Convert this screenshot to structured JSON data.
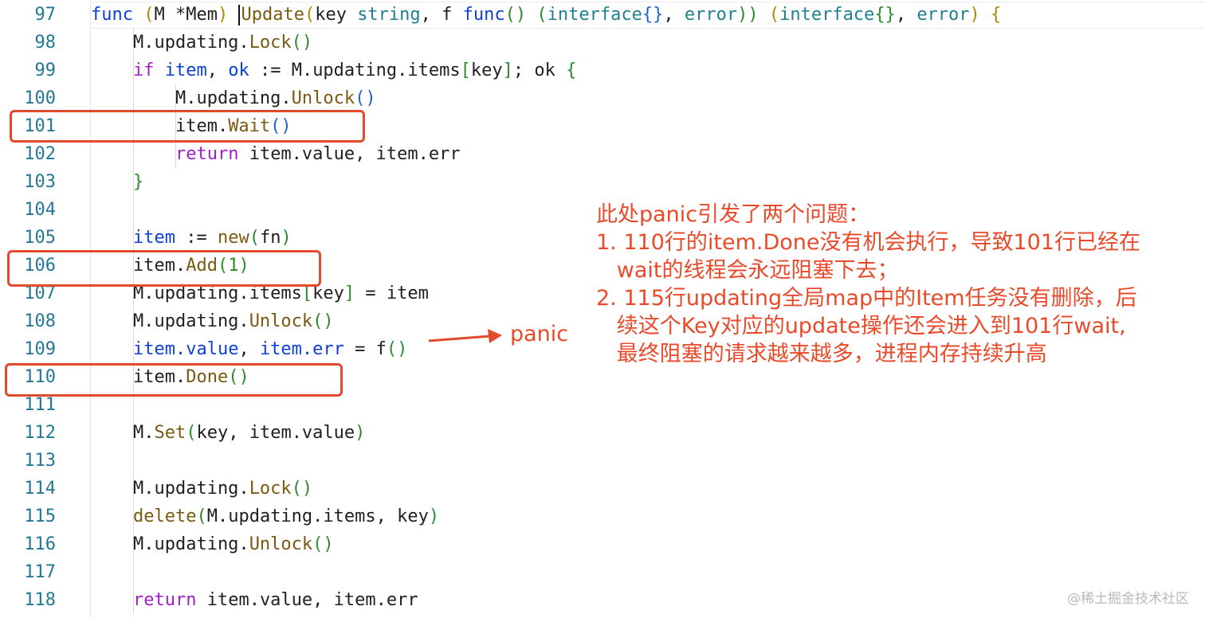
{
  "lines": [
    {
      "no": "97",
      "tokens": [
        {
          "t": "func",
          "c": "kw"
        },
        {
          "t": " "
        },
        {
          "t": "(",
          "c": "br1"
        },
        {
          "t": "M *Mem"
        },
        {
          "t": ")",
          "c": "br1"
        },
        {
          "t": " "
        },
        {
          "t": "|CURSOR|"
        },
        {
          "t": "Update",
          "c": "fn"
        },
        {
          "t": "(",
          "c": "br1"
        },
        {
          "t": "key "
        },
        {
          "t": "string",
          "c": "ty"
        },
        {
          "t": ", f "
        },
        {
          "t": "func",
          "c": "kw"
        },
        {
          "t": "()",
          "c": "br2"
        },
        {
          "t": " "
        },
        {
          "t": "(",
          "c": "br2"
        },
        {
          "t": "interface",
          "c": "ty"
        },
        {
          "t": "{}",
          "c": "br3"
        },
        {
          "t": ", "
        },
        {
          "t": "error",
          "c": "ty"
        },
        {
          "t": "))",
          "c": "br2"
        },
        {
          "t": " "
        },
        {
          "t": "(",
          "c": "br1"
        },
        {
          "t": "interface",
          "c": "ty"
        },
        {
          "t": "{}",
          "c": "br2"
        },
        {
          "t": ", "
        },
        {
          "t": "error",
          "c": "ty"
        },
        {
          "t": ")",
          "c": "br1"
        },
        {
          "t": " "
        },
        {
          "t": "{",
          "c": "br1"
        }
      ]
    },
    {
      "no": "98",
      "tokens": [
        {
          "t": "    M.updating."
        },
        {
          "t": "Lock",
          "c": "fn"
        },
        {
          "t": "()",
          "c": "br2"
        }
      ]
    },
    {
      "no": "99",
      "tokens": [
        {
          "t": "    "
        },
        {
          "t": "if",
          "c": "kw2"
        },
        {
          "t": " "
        },
        {
          "t": "item",
          "c": "kw"
        },
        {
          "t": ", "
        },
        {
          "t": "ok",
          "c": "kw"
        },
        {
          "t": " := M.updating.items"
        },
        {
          "t": "[",
          "c": "br2"
        },
        {
          "t": "key"
        },
        {
          "t": "]",
          "c": "br2"
        },
        {
          "t": "; ok "
        },
        {
          "t": "{",
          "c": "br2"
        }
      ]
    },
    {
      "no": "100",
      "tokens": [
        {
          "t": "        M.updating."
        },
        {
          "t": "Unlock",
          "c": "fn"
        },
        {
          "t": "()",
          "c": "br3"
        }
      ]
    },
    {
      "no": "101",
      "tokens": [
        {
          "t": "        item."
        },
        {
          "t": "Wait",
          "c": "fn"
        },
        {
          "t": "()",
          "c": "br3"
        }
      ]
    },
    {
      "no": "102",
      "tokens": [
        {
          "t": "        "
        },
        {
          "t": "return",
          "c": "kw2"
        },
        {
          "t": " item.value, item.err"
        }
      ]
    },
    {
      "no": "103",
      "tokens": [
        {
          "t": "    "
        },
        {
          "t": "}",
          "c": "br2"
        }
      ]
    },
    {
      "no": "104",
      "tokens": []
    },
    {
      "no": "105",
      "tokens": [
        {
          "t": "    "
        },
        {
          "t": "item",
          "c": "kw"
        },
        {
          "t": " := "
        },
        {
          "t": "new",
          "c": "fn"
        },
        {
          "t": "(",
          "c": "br2"
        },
        {
          "t": "fn"
        },
        {
          "t": ")",
          "c": "br2"
        }
      ]
    },
    {
      "no": "106",
      "tokens": [
        {
          "t": "    item."
        },
        {
          "t": "Add",
          "c": "fn"
        },
        {
          "t": "(",
          "c": "br2"
        },
        {
          "t": "1",
          "c": "br2"
        },
        {
          "t": ")",
          "c": "br2"
        }
      ]
    },
    {
      "no": "107",
      "tokens": [
        {
          "t": "    M.updating.items"
        },
        {
          "t": "[",
          "c": "br2"
        },
        {
          "t": "key"
        },
        {
          "t": "]",
          "c": "br2"
        },
        {
          "t": " = item"
        }
      ]
    },
    {
      "no": "108",
      "tokens": [
        {
          "t": "    M.updating."
        },
        {
          "t": "Unlock",
          "c": "fn"
        },
        {
          "t": "()",
          "c": "br2"
        }
      ]
    },
    {
      "no": "109",
      "tokens": [
        {
          "t": "    "
        },
        {
          "t": "item.value",
          "c": "kw"
        },
        {
          "t": ", "
        },
        {
          "t": "item.err",
          "c": "kw"
        },
        {
          "t": " = f"
        },
        {
          "t": "()",
          "c": "br2"
        }
      ]
    },
    {
      "no": "110",
      "tokens": [
        {
          "t": "    item."
        },
        {
          "t": "Done",
          "c": "fn"
        },
        {
          "t": "()",
          "c": "br2"
        }
      ]
    },
    {
      "no": "111",
      "tokens": []
    },
    {
      "no": "112",
      "tokens": [
        {
          "t": "    M."
        },
        {
          "t": "Set",
          "c": "fn"
        },
        {
          "t": "(",
          "c": "br2"
        },
        {
          "t": "key, item.value"
        },
        {
          "t": ")",
          "c": "br2"
        }
      ]
    },
    {
      "no": "113",
      "tokens": []
    },
    {
      "no": "114",
      "tokens": [
        {
          "t": "    M.updating."
        },
        {
          "t": "Lock",
          "c": "fn"
        },
        {
          "t": "()",
          "c": "br2"
        }
      ]
    },
    {
      "no": "115",
      "tokens": [
        {
          "t": "    "
        },
        {
          "t": "delete",
          "c": "fn"
        },
        {
          "t": "(",
          "c": "br2"
        },
        {
          "t": "M.updating.items, key"
        },
        {
          "t": ")",
          "c": "br2"
        }
      ]
    },
    {
      "no": "116",
      "tokens": [
        {
          "t": "    M.updating."
        },
        {
          "t": "Unlock",
          "c": "fn"
        },
        {
          "t": "()",
          "c": "br2"
        }
      ]
    },
    {
      "no": "117",
      "tokens": []
    },
    {
      "no": "118",
      "tokens": [
        {
          "t": "    "
        },
        {
          "t": "return",
          "c": "kw2"
        },
        {
          "t": " item.value, item.err"
        }
      ]
    }
  ],
  "highlighted_lines": [
    "101",
    "106",
    "110"
  ],
  "panic_label": "panic",
  "annotation": {
    "heading": "此处panic引发了两个问题：",
    "item1_line1": "1. 110行的item.Done没有机会执行，导致101行已经在",
    "item1_line2": "   wait的线程会永远阻塞下去；",
    "item2_line1": "2. 115行updating全局map中的Item任务没有删除，后",
    "item2_line2": "   续这个Key对应的update操作还会进入到101行wait,",
    "item2_line3": "   最终阻塞的请求越来越多，进程内存持续升高"
  },
  "watermark": "@稀土掘金技术社区",
  "colors": {
    "annotation": "#e84a2a",
    "line_number": "#237893",
    "keyword": "#0b3fd6"
  }
}
